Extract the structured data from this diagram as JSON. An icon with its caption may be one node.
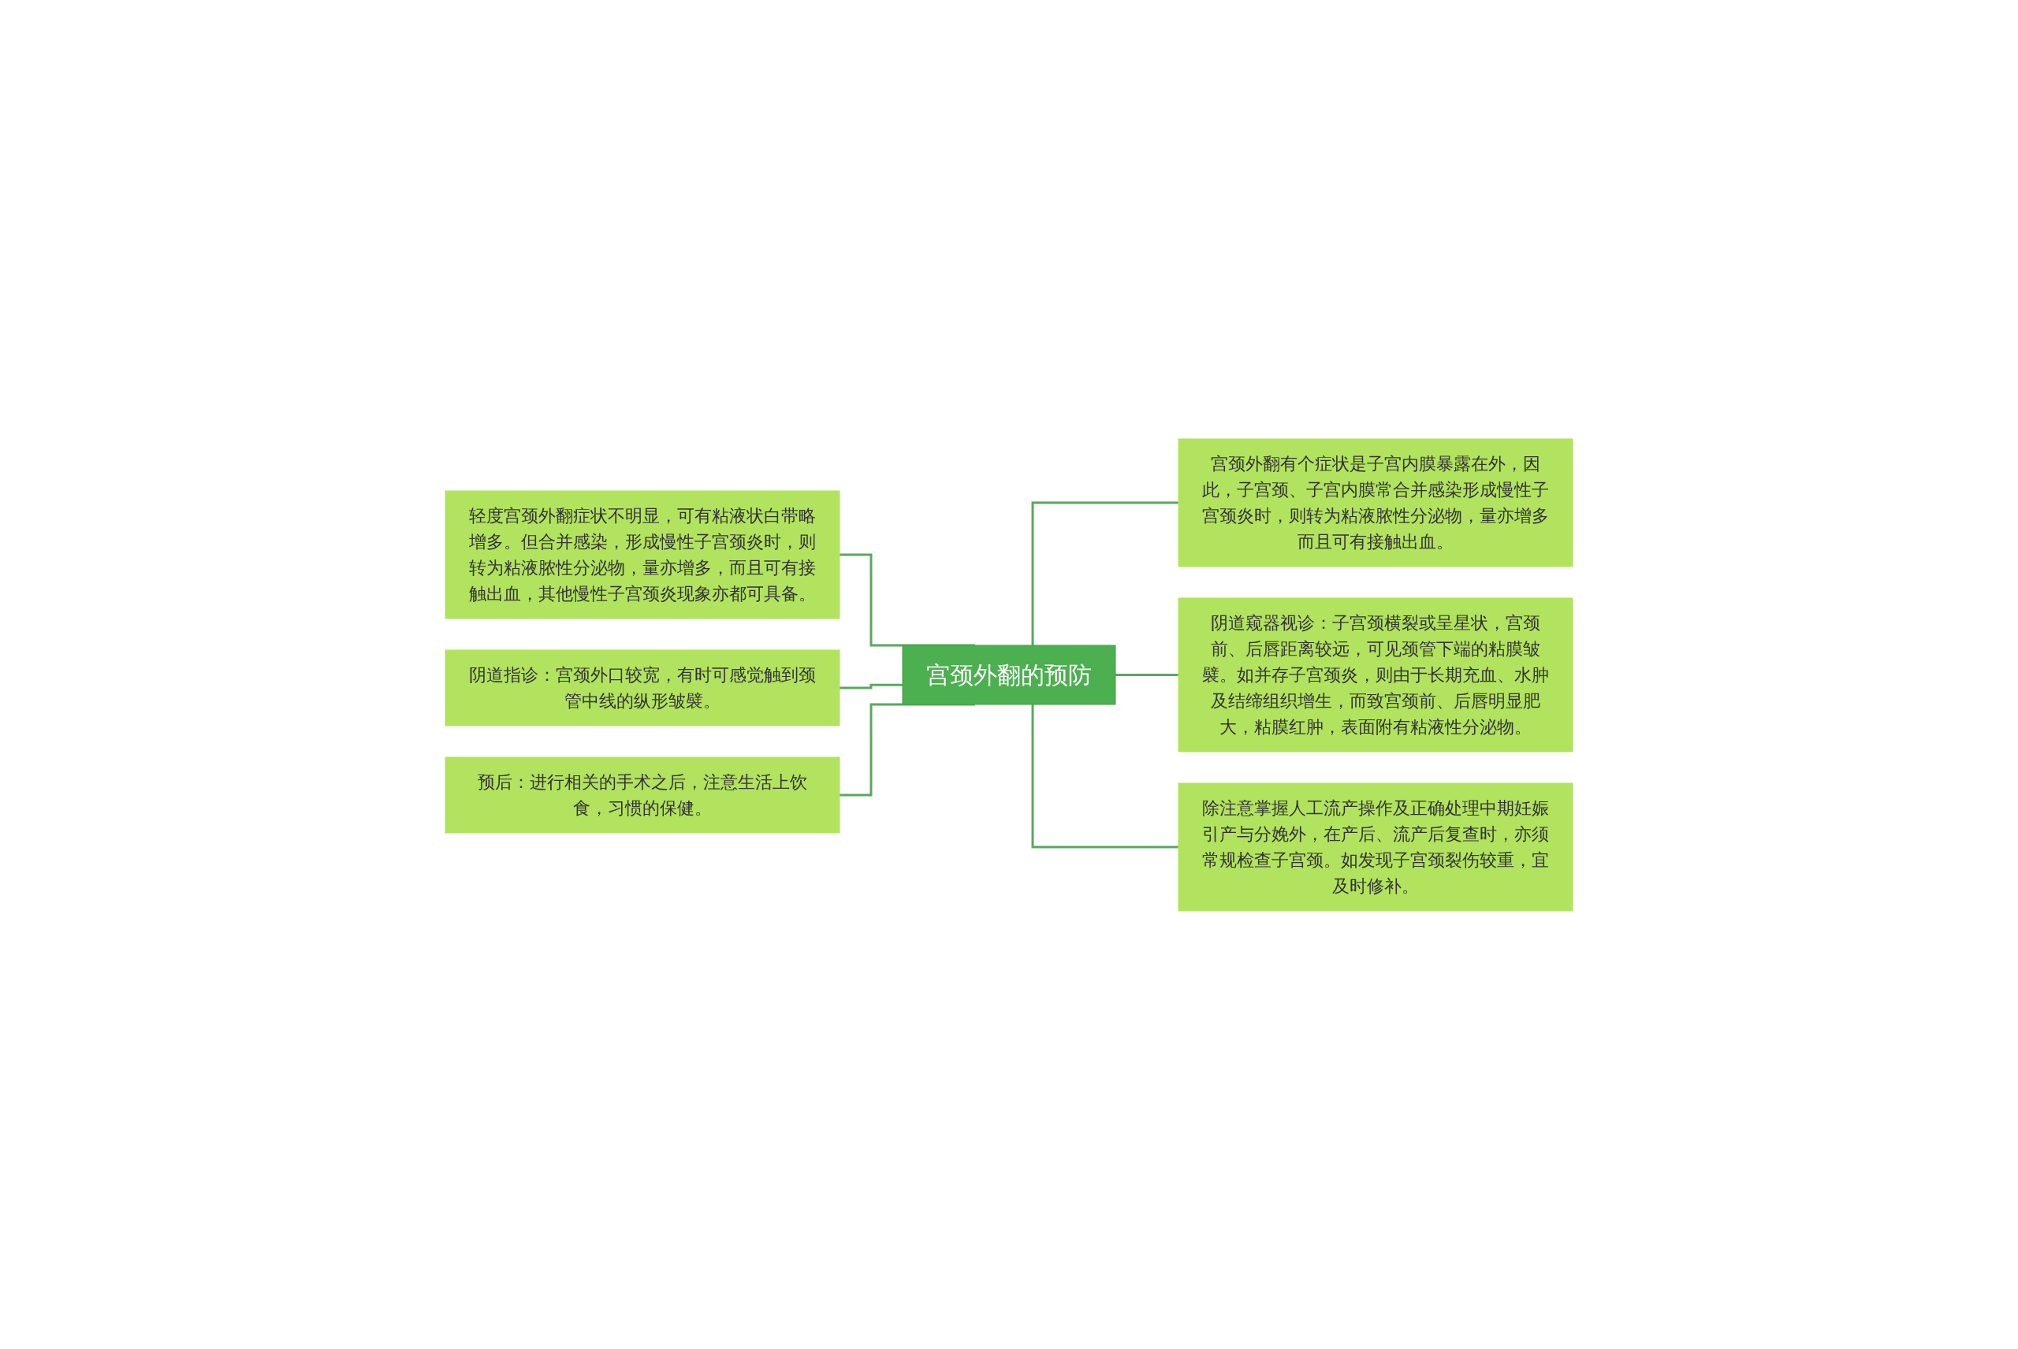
{
  "diagram": {
    "nodes": [
      {
        "text": [
          "宫颈外翻的预防"
        ]
      },
      {
        "text": [
          "轻度宫颈外翻症状不明显，可有粘液状白带略增多。但合并感染，形成慢性子宫颈炎时，则转为粘液脓性分泌物，量亦增多，而且可有接触出血，其他慢性子宫颈炎现象亦都可具备。"
        ]
      },
      {
        "text": [
          "阴道指诊：宫颈外口较宽，有时可感觉触到颈管中线的纵形皱襞。"
        ]
      },
      {
        "text": [
          "预后：进行相关的手术之后，注意生活上饮食，习惯的保健。"
        ]
      },
      {
        "text": [
          "宫颈外翻有个症状是子宫内膜暴露在外，因此，子宫颈、子宫内膜常合并感染形成慢性子宫颈炎时，则转为粘液脓性分泌物，量亦增多而且可有接触出血。"
        ]
      },
      {
        "text": [
          "阴道窥器视诊：子宫颈横裂或呈星状，宫颈前、后唇距离较远，可见颈管下端的粘膜皱襞。如并存子宫颈炎，则由于长期充血、水肿及结缔组织增生，而致宫颈前、后唇明显肥大，粘膜红肿，表面附有粘液性分泌物。"
        ]
      },
      {
        "text": [
          "除注意掌握人工流产操作及正确处理中期妊娠引产与分娩外，在产后、流产后复查时，亦须常规检查子宫颈。如发现子宫颈裂伤较重，宜及时修补。"
        ]
      }
    ],
    "edges": [
      {
        "from": 0,
        "to": 1,
        "arrow": "none"
      },
      {
        "from": 0,
        "to": 2,
        "arrow": "none"
      },
      {
        "from": 0,
        "to": 3,
        "arrow": "none"
      },
      {
        "from": 0,
        "to": 4,
        "arrow": "none"
      },
      {
        "from": 0,
        "to": 5,
        "arrow": "none"
      },
      {
        "from": 0,
        "to": 6,
        "arrow": "none"
      }
    ]
  }
}
